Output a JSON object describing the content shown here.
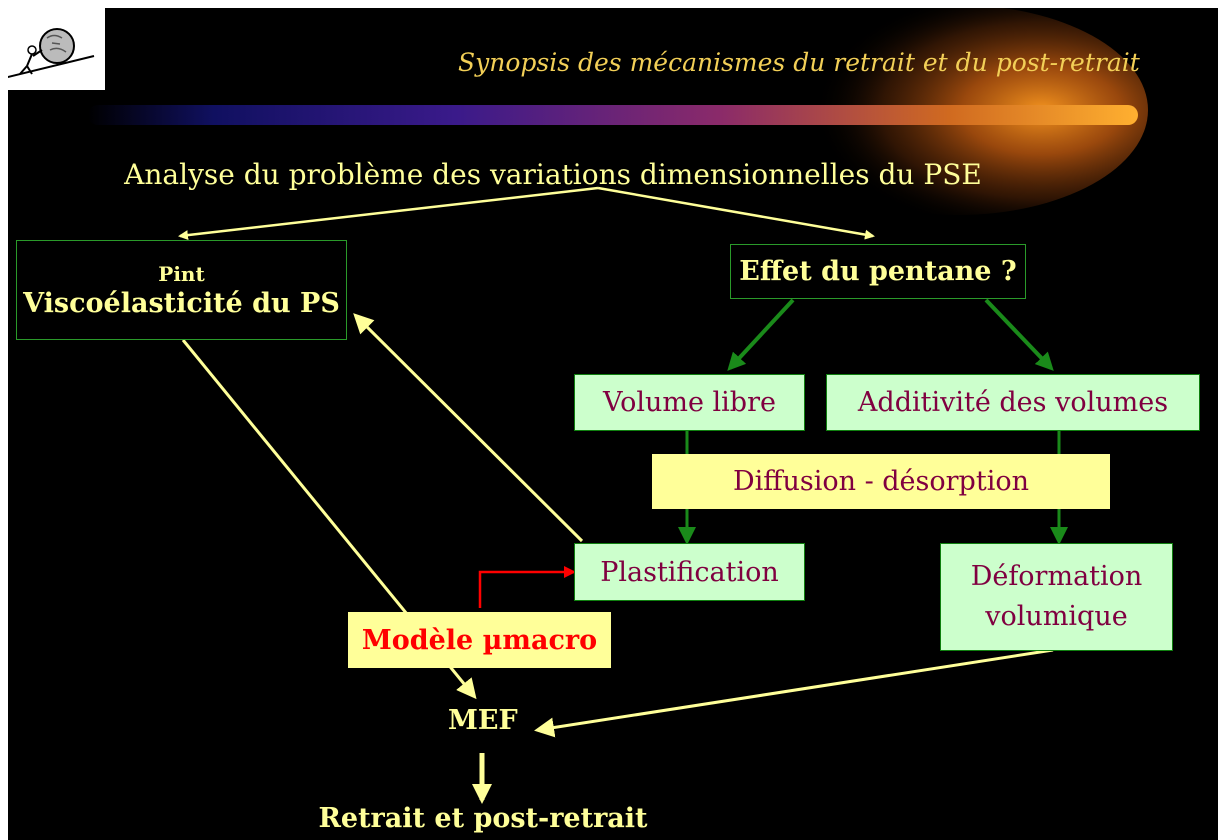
{
  "slide": {
    "title": "Synopsis des mécanismes du retrait et du post-retrait",
    "heading": "Analyse du problème des variations dimensionnelles du PSE"
  },
  "nodes": {
    "pint": "Pint",
    "visco": "Viscoélasticité du PS",
    "pentane": "Effet du pentane ?",
    "volume_libre": "Volume libre",
    "additivite": "Additivité des volumes",
    "diffusion": "Diffusion - désorption",
    "plastification": "Plastification",
    "deformation_line1": "Déformation",
    "deformation_line2": "volumique",
    "modele": "Modèle µmacro",
    "mef": "MEF",
    "retrait": "Retrait et post-retrait"
  },
  "colors": {
    "background": "#000000",
    "title": "#f2cf57",
    "text_yellow": "#ffff99",
    "box_green_fill": "#ccffcc",
    "box_green_border": "#2a9a2a",
    "text_maroon": "#800040",
    "highlight_yellow": "#ffff99",
    "modele_text": "#ff0000",
    "arrow_green": "#1a8a1a",
    "arrow_red": "#ff0000"
  },
  "icons": [
    "sisyphus-boulder-icon"
  ]
}
